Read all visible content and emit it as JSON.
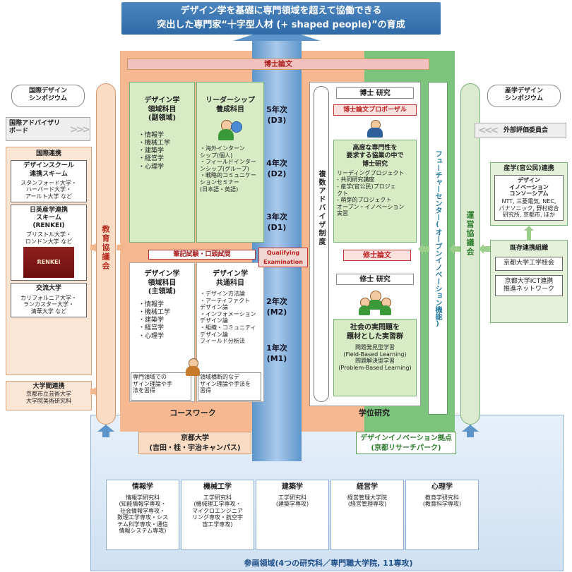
{
  "top_banner": {
    "line1": "デザイン学を基礎に専門領域を超えて協働できる",
    "line2": "突出した専門家“十字型人材 (+ shaped people)”の育成"
  },
  "doctoral_thesis": "博士論文",
  "years": [
    {
      "label": "5年次",
      "sub": "(D3)"
    },
    {
      "label": "4年次",
      "sub": "(D2)"
    },
    {
      "label": "3年次",
      "sub": "(D1)"
    },
    {
      "label": "2年次",
      "sub": "(M2)"
    },
    {
      "label": "1年次",
      "sub": "(M1)"
    }
  ],
  "qualifying": "Qualifying\nExamination",
  "exam_label": "筆記試験・口頭試問",
  "masters_thesis": "修士論文",
  "left": {
    "intl_symposium": "国際デザイン\nシンポジウム",
    "intl_advisory": "国際アドバイザリ\nボード",
    "intl_collab_title": "国際連携",
    "design_school": "デザインスクール\n連携スキーム",
    "design_school_members": "スタンフォード大学・\nハーバード大学・\nアールト大学 など",
    "japan_uk": "日英産学連携\nスキーム\n(RENKEI)",
    "japan_uk_members": "ブリストル大学・\nロンドン大学 など",
    "renkei_logo": "RENKEI",
    "exchange": "交流大学",
    "exchange_members": "カリフォルニア大学・\nランカスター大学・\n清華大学 など",
    "inter_univ_title": "大学間連携",
    "inter_univ_members": "京都市立芸術大学\n大学院美術研究科"
  },
  "edu_council": "教育協議会",
  "mgmt_council": "運営協議会",
  "coursework": {
    "design_sub_title": "デザイン学\n領域科目\n(副領域)",
    "design_sub_items": [
      "・情報学",
      "・機械工学",
      "・建築学",
      "・経営学",
      "・心理学"
    ],
    "leader_title": "リーダーシップ\n養成科目",
    "leader_items": [
      "・海外インターン\n  シップ(個人)",
      "・フィールドインター\n  ンシップ(グループ)",
      "・戦略的コミュニケー\n  ションセミナー\n  (日本語・英語)"
    ],
    "design_main_title": "デザイン学\n領域科目\n(主領域)",
    "design_main_items": [
      "・情報学",
      "・機械工学",
      "・建築学",
      "・経営学",
      "・心理学"
    ],
    "common_title": "デザイン学\n共通科目",
    "common_items": [
      "・デザイン方法論",
      "・アーティファクト\n  デザイン論",
      "・インフォメーション\n  デザイン論",
      "・組織・コミュニティ\n  デザイン論",
      "フィールド分析法"
    ],
    "expert_note": "専門領域での\nザイン理論や手\n法を習得",
    "cross_note": "領域横断的なデ\nザイン理論や手法を\n習得",
    "label": "コースワーク"
  },
  "degree": {
    "multi_advisor": "複数アドバイザ制度",
    "phd_research": "博士 研究",
    "phd_proposal": "博士論文プロポーザル",
    "phd_desc_title": "高度な専門性を\n要求する協業の中で\n博士研究",
    "phd_items": [
      "リーディングプロジェクト",
      "- 共同研究講座",
      "- 産学(官公民)プロジェ\n  クト",
      "- 萌芽的プロジェクト",
      "オープン・イノベーション\n実習"
    ],
    "master_research": "修士 研究",
    "master_desc_title": "社会の実問題を\n題材とした実習群",
    "master_items": [
      "問題発見型学習",
      "(Field-Based Learning)",
      "問題解決型学習",
      "(Problem-Based Learning)"
    ],
    "label": "学位研究"
  },
  "future_center": "フューチャーセンター(オープンイノベーション機能)",
  "right": {
    "ind_symposium": "産学デザイン\nシンポジウム",
    "ext_eval": "外部評価委員会",
    "consortium_title": "産学(官公民)連携",
    "consortium_box": "デザイン\nイノベーション\nコンソーシアム",
    "consortium_members": "NTT, 三菱電気, NEC,\nパナソニック, 野村総合\n研究所, 京都市, ほか",
    "existing_title": "既存連携組織",
    "existing1": "京都大学工学桂会",
    "existing2": "京都大学ICT連携\n推進ネットワーク"
  },
  "kyoto_univ": "京都大学\n(吉田・桂・宇治キャンパス)",
  "design_hub": "デザインイノベーション拠点\n(京都リサーチパーク)",
  "fields": [
    {
      "title": "情報学",
      "body": "情報学研究科\n(知能情報学専攻・\n社会情報学専攻・\n数理工学専攻・シス\nテム科学専攻・通信\n情報システム専攻)"
    },
    {
      "title": "機械工学",
      "body": "工学研究科\n(機械理工学専攻・\nマイクロエンジニア\nリング専攻・航空宇\n宙工学専攻)"
    },
    {
      "title": "建築学",
      "body": "工学研究科\n(建築学専攻)"
    },
    {
      "title": "経営学",
      "body": "経営管理大学院\n(経営管理専攻)"
    },
    {
      "title": "心理学",
      "body": "教育学研究科\n(教育科学専攻)"
    }
  ],
  "participating": "参画領域(4つの研究科／専門職大学院, 11専攻)",
  "colors": {
    "blue": "#3d7ab8",
    "orange": "#f5b48a",
    "green": "#6cbf6c",
    "light_green": "#e4f1d8",
    "council_green": "#dcebd0",
    "council_orange": "#fadcc4"
  }
}
